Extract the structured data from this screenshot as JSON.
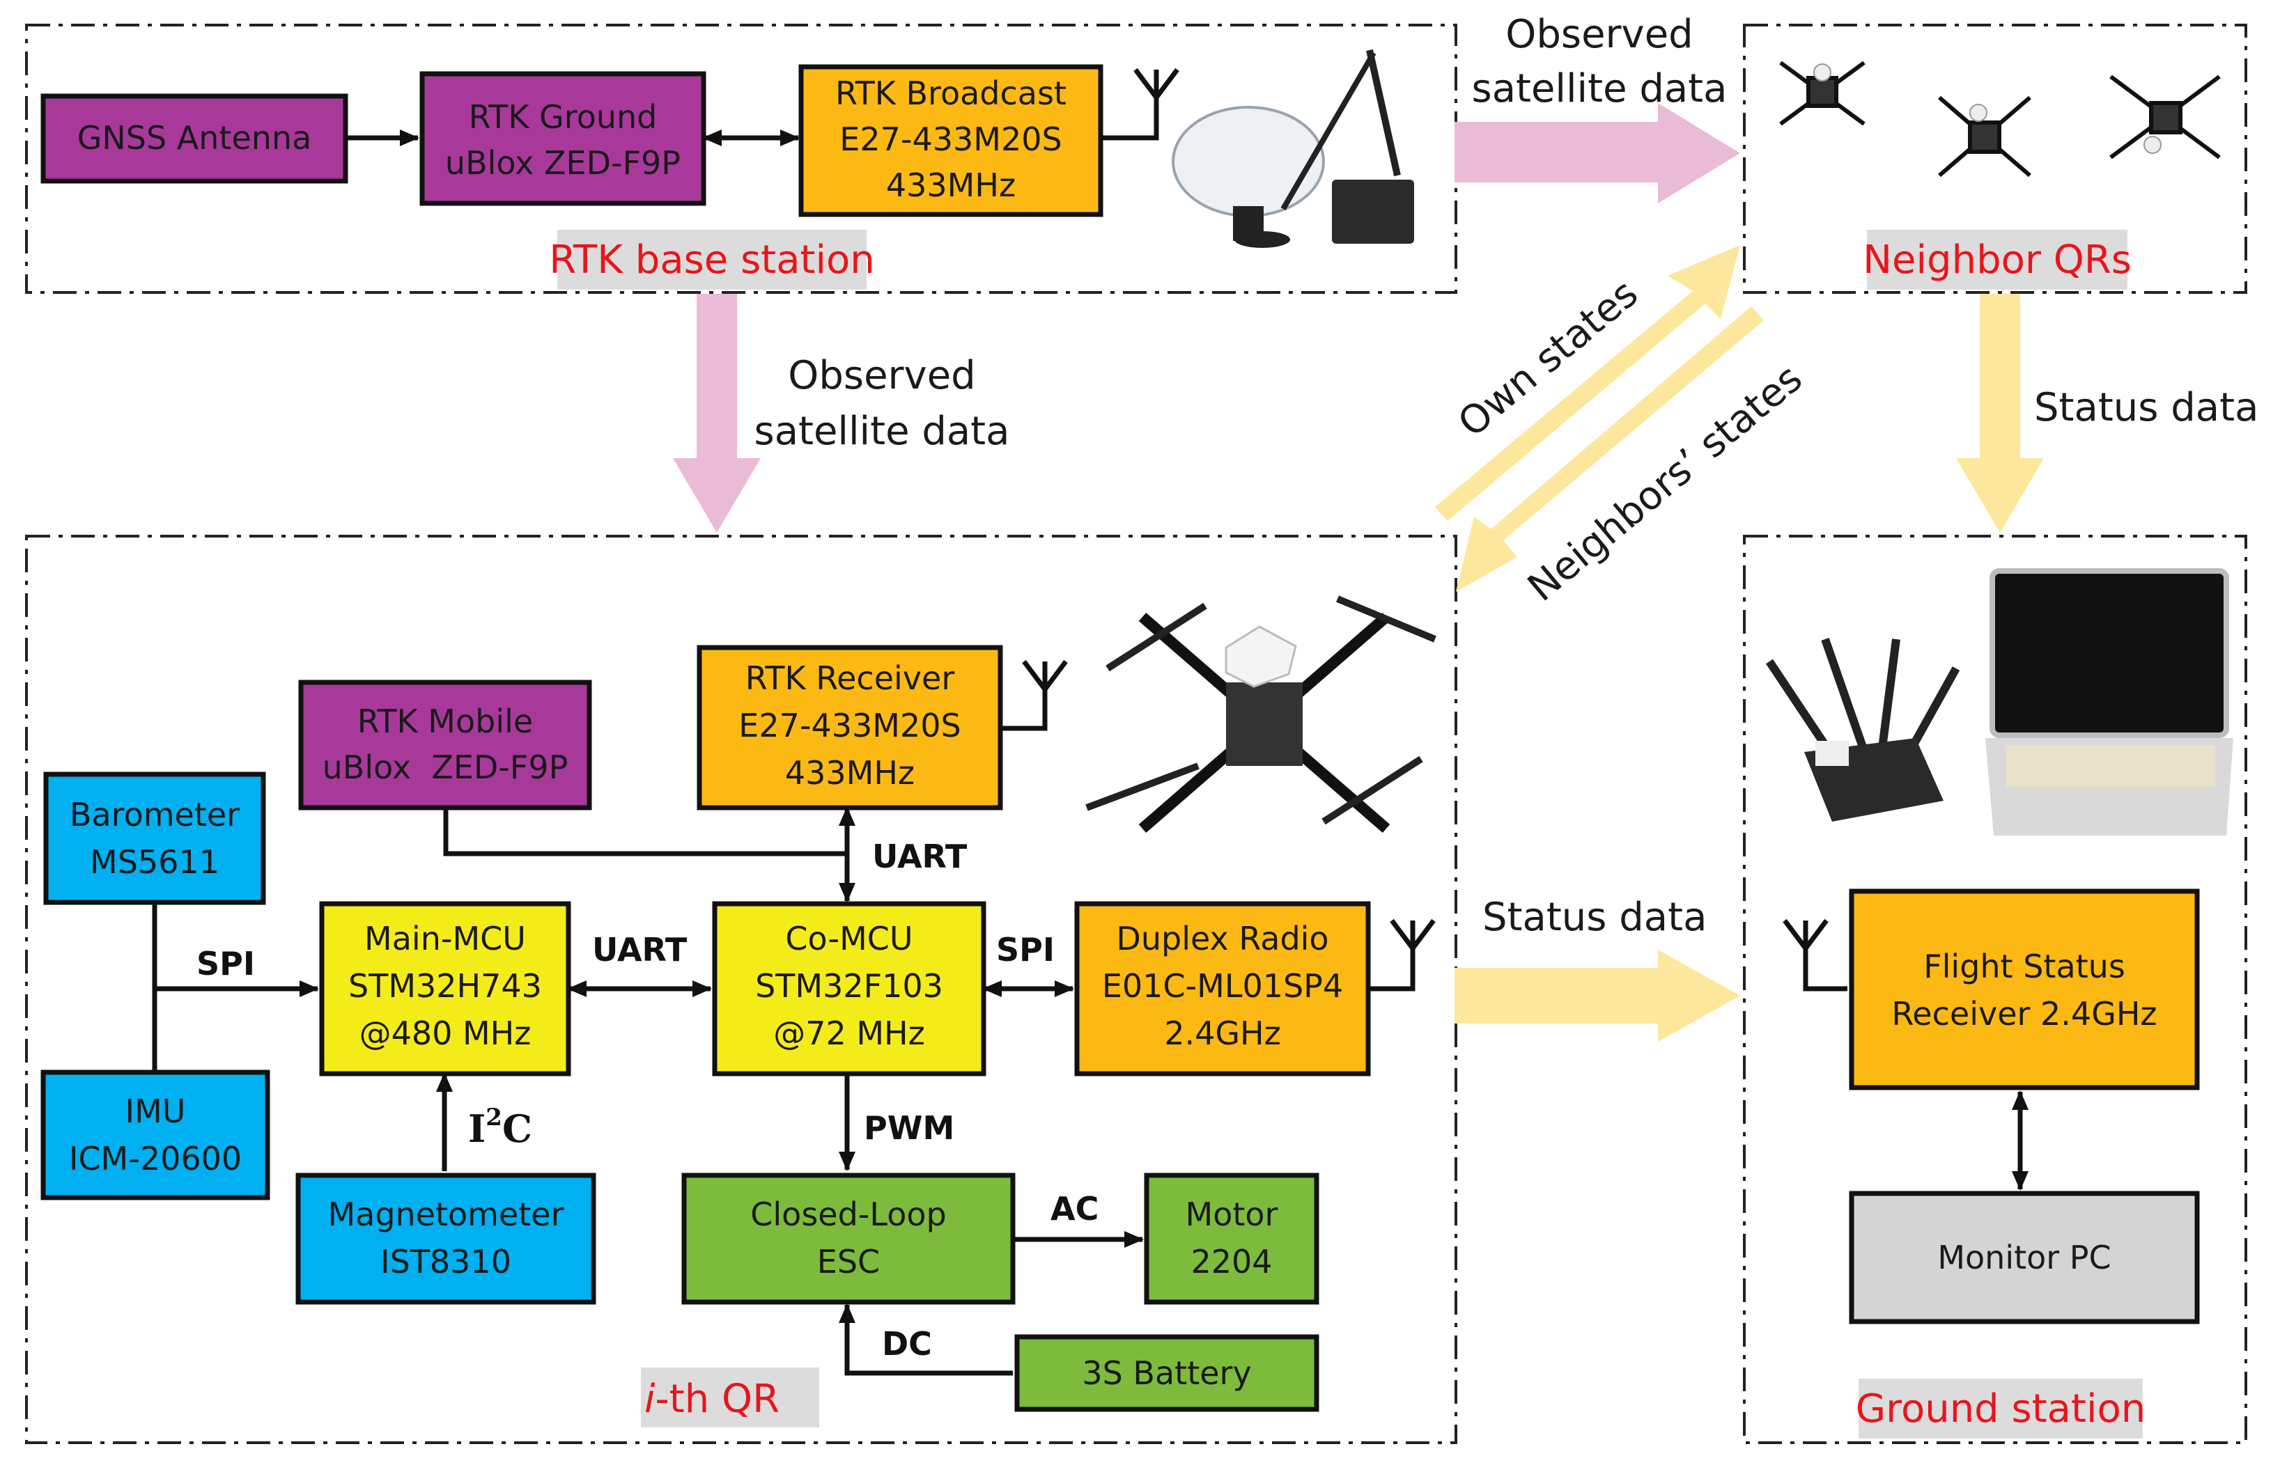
{
  "colors": {
    "purple": "#a8399a",
    "orange": "#fdb913",
    "yellow": "#f4ec19",
    "cyan": "#00b0f0",
    "green": "#7dbb3d",
    "gray": "#d4d4d4",
    "pink_arrow": "#eabbd6",
    "yellow_arrow": "#fde79c",
    "tag_bg": "#dcdcdc",
    "tag_text": "#e8151b"
  },
  "regions": {
    "base_station": "RTK base station",
    "neighbors": "Neighbor QRs",
    "ith_qr_italic": "i",
    "ith_qr_rest": "-th QR",
    "ground": "Ground station"
  },
  "boxes": {
    "gnss": [
      "GNSS Antenna"
    ],
    "rtk_ground": [
      "RTK Ground",
      "uBlox ZED-F9P"
    ],
    "rtk_broadcast": [
      "RTK Broadcast",
      "E27-433M20S",
      "433MHz"
    ],
    "rtk_mobile": [
      "RTK Mobile",
      "uBlox  ZED-F9P"
    ],
    "rtk_receiver": [
      "RTK Receiver",
      "E27-433M20S",
      "433MHz"
    ],
    "barometer": [
      "Barometer",
      "MS5611"
    ],
    "imu": [
      "IMU",
      "ICM-20600"
    ],
    "main_mcu": [
      "Main-MCU",
      "STM32H743",
      "@480 MHz"
    ],
    "co_mcu": [
      "Co-MCU",
      "STM32F103",
      "@72 MHz"
    ],
    "duplex": [
      "Duplex Radio",
      "E01C-ML01SP4",
      "2.4GHz"
    ],
    "magnetometer": [
      "Magnetometer",
      "IST8310"
    ],
    "esc": [
      "Closed-Loop",
      "ESC"
    ],
    "motor": [
      "Motor",
      "2204"
    ],
    "battery": [
      "3S Battery"
    ],
    "flight_status": [
      "Flight Status",
      "Receiver 2.4GHz"
    ],
    "monitor": [
      "Monitor PC"
    ]
  },
  "bus_labels": {
    "spi_left": "SPI",
    "uart_mid": "UART",
    "uart_top": "UART",
    "spi_right": "SPI",
    "i2c_base": "I",
    "i2c_sup": "2",
    "i2c_tail": "C",
    "pwm": "PWM",
    "ac": "AC",
    "dc": "DC"
  },
  "flow_labels": {
    "obs_top": [
      "Observed",
      "satellite data"
    ],
    "obs_left": [
      "Observed",
      "satellite data"
    ],
    "own_states": "Own states",
    "neighbors_states": "Neighbors’ states",
    "status_right": "Status data",
    "status_mid": "Status data"
  }
}
